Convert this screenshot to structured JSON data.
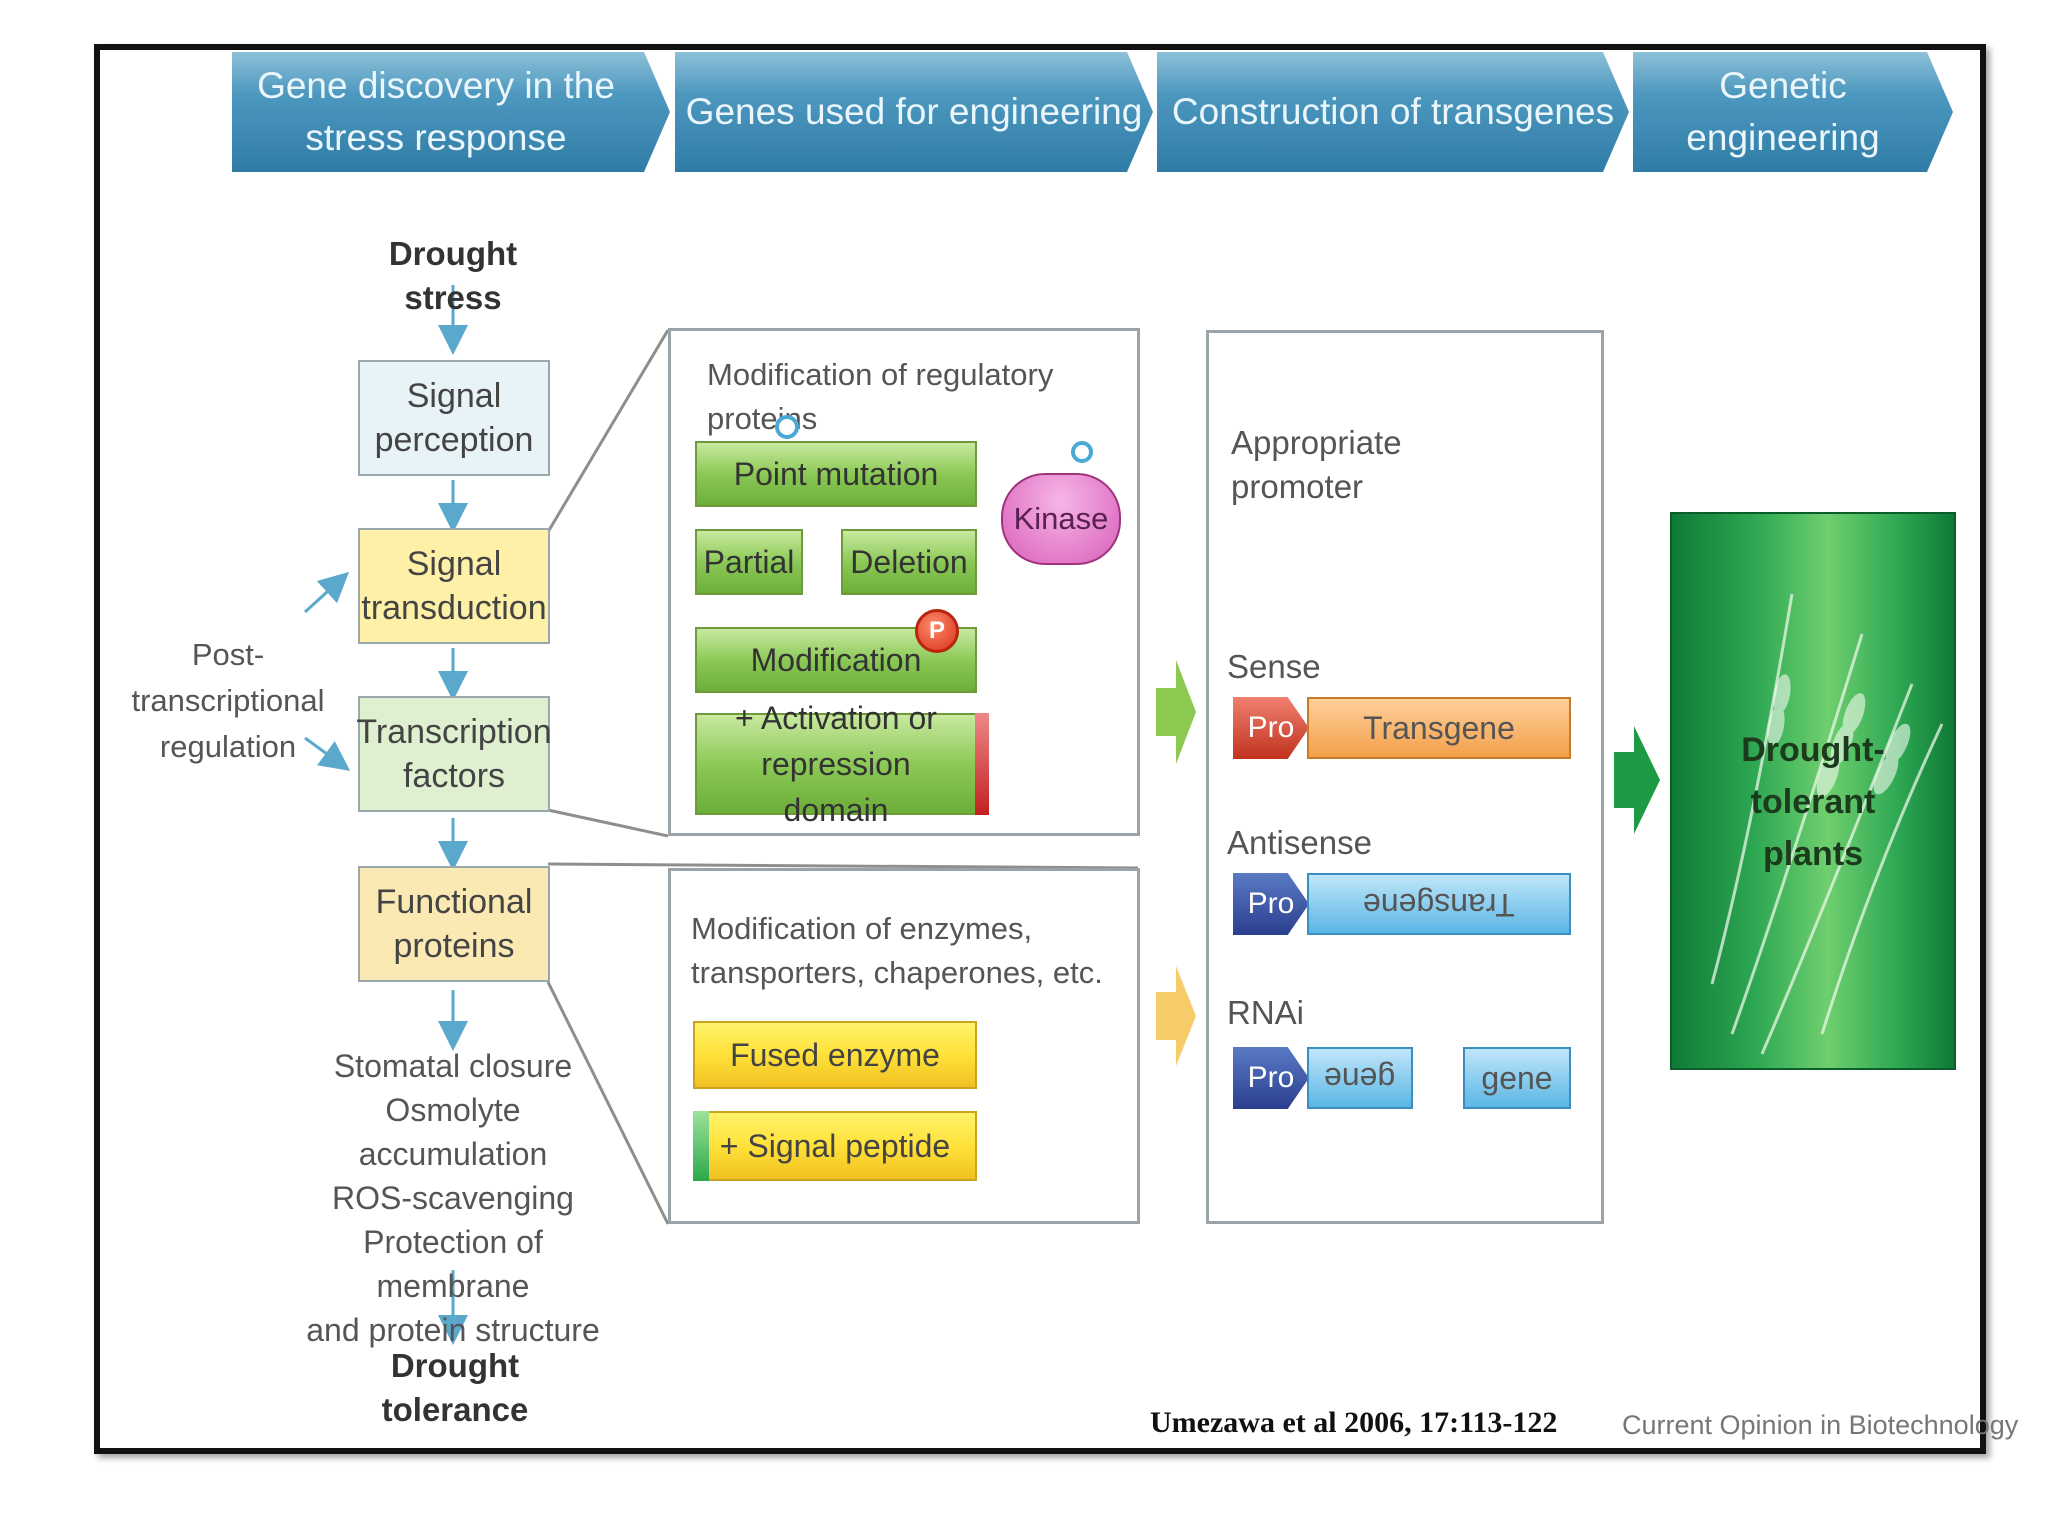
{
  "header": {
    "steps": [
      "Gene discovery in the stress response",
      "Genes used for engineering",
      "Construction of transgenes",
      "Genetic engineering"
    ]
  },
  "pathway": {
    "top": "Drought stress",
    "signal_perception": "Signal perception",
    "signal_transduction": "Signal transduction",
    "transcription_factors": "Transcription factors",
    "functional_proteins": "Functional proteins",
    "post_transcriptional": "Post-transcriptional regulation",
    "effects": [
      "Stomatal closure",
      "Osmolyte accumulation",
      "ROS-scavenging",
      "Protection of membrane",
      "and protein structure"
    ],
    "bottom": "Drought tolerance"
  },
  "regulatory_panel": {
    "title": "Modification of regulatory proteins",
    "point_mutation": "Point mutation",
    "partial": "Partial",
    "deletion": "Deletion",
    "kinase": "Kinase",
    "modification": "Modification",
    "p_marker": "P",
    "activation": "+ Activation or repression domain"
  },
  "enzyme_panel": {
    "title_line1": "Modification of enzymes,",
    "title_line2": "transporters, chaperones, etc.",
    "fused_enzyme": "Fused enzyme",
    "signal_peptide": "+ Signal peptide"
  },
  "construct_panel": {
    "promoter_line1": "Appropriate",
    "promoter_line2": "promoter",
    "sense": "Sense",
    "antisense": "Antisense",
    "rnai": "RNAi",
    "pro": "Pro",
    "transgene": "Transgene",
    "gene": "gene"
  },
  "result": {
    "line1": "Drought-",
    "line2": "tolerant",
    "line3": "plants"
  },
  "citation": "Umezawa et al 2006, 17:113-122",
  "journal": "Current Opinion in Biotechnology"
}
